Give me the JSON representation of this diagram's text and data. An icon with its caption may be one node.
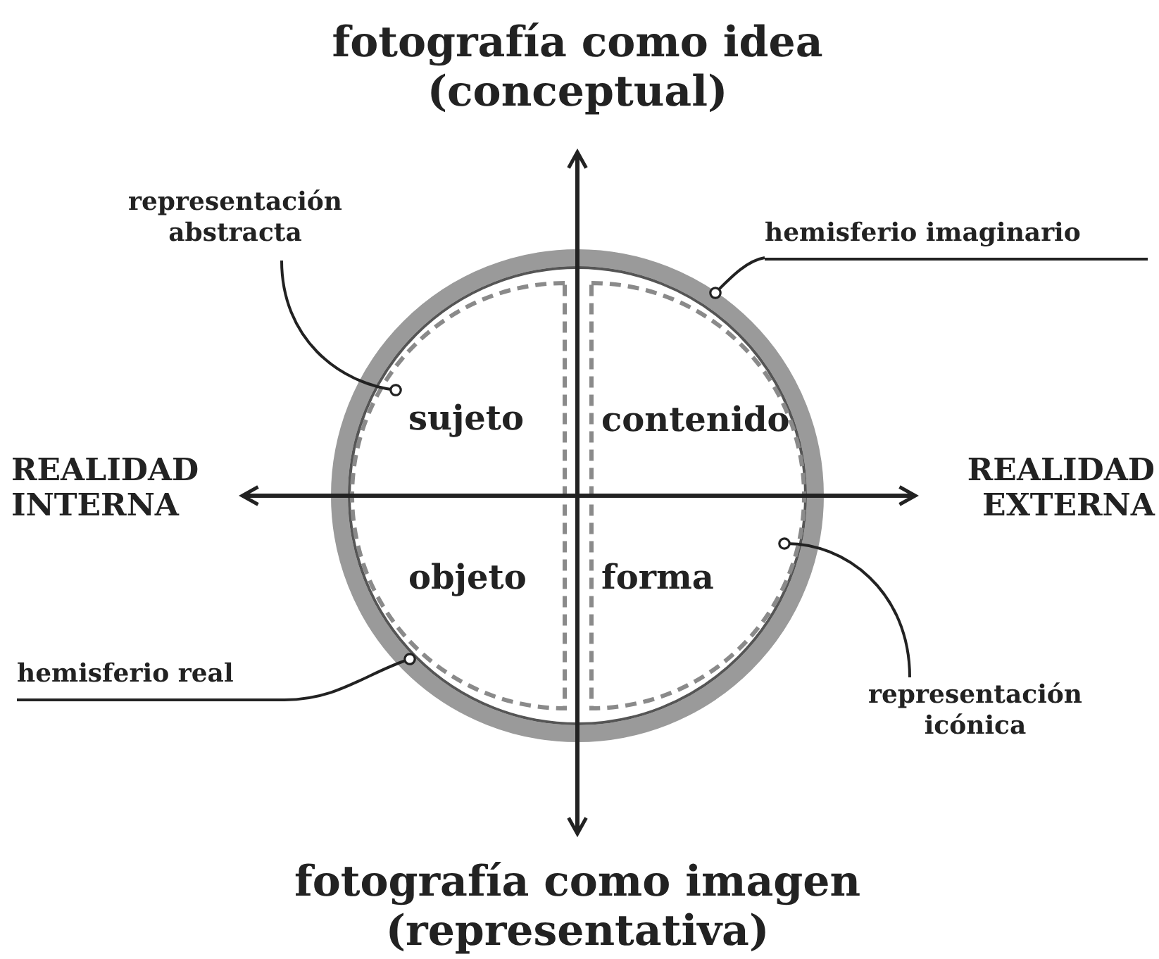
{
  "diagram": {
    "nodes": [
      {
        "text": [],
        "shape": "circle"
      },
      {
        "text": [
          "sujeto",
          "objeto"
        ],
        "in": 0
      },
      {
        "text": [
          "contenido",
          "forma"
        ],
        "in": 0
      },
      {
        "text": [
          "representación abstracta"
        ]
      },
      {
        "text": [
          "hemisferio imaginario"
        ]
      },
      {
        "text": [
          "hemisferio real"
        ]
      },
      {
        "text": [
          "representación icónica"
        ]
      }
    ],
    "edges": [
      {
        "from": 3,
        "to": 1,
        "arrow": "other"
      },
      {
        "from": 4,
        "to": 0,
        "arrow": "other"
      },
      {
        "from": 5,
        "to": 0,
        "arrow": "other"
      },
      {
        "from": 6,
        "to": 2,
        "arrow": "other"
      }
    ],
    "labels": [
      "fotografía como idea (conceptual)",
      "REALIDAD INTERNA",
      "REALIDAD EXTERNA",
      "fotografía como imagen (representativa)"
    ]
  }
}
